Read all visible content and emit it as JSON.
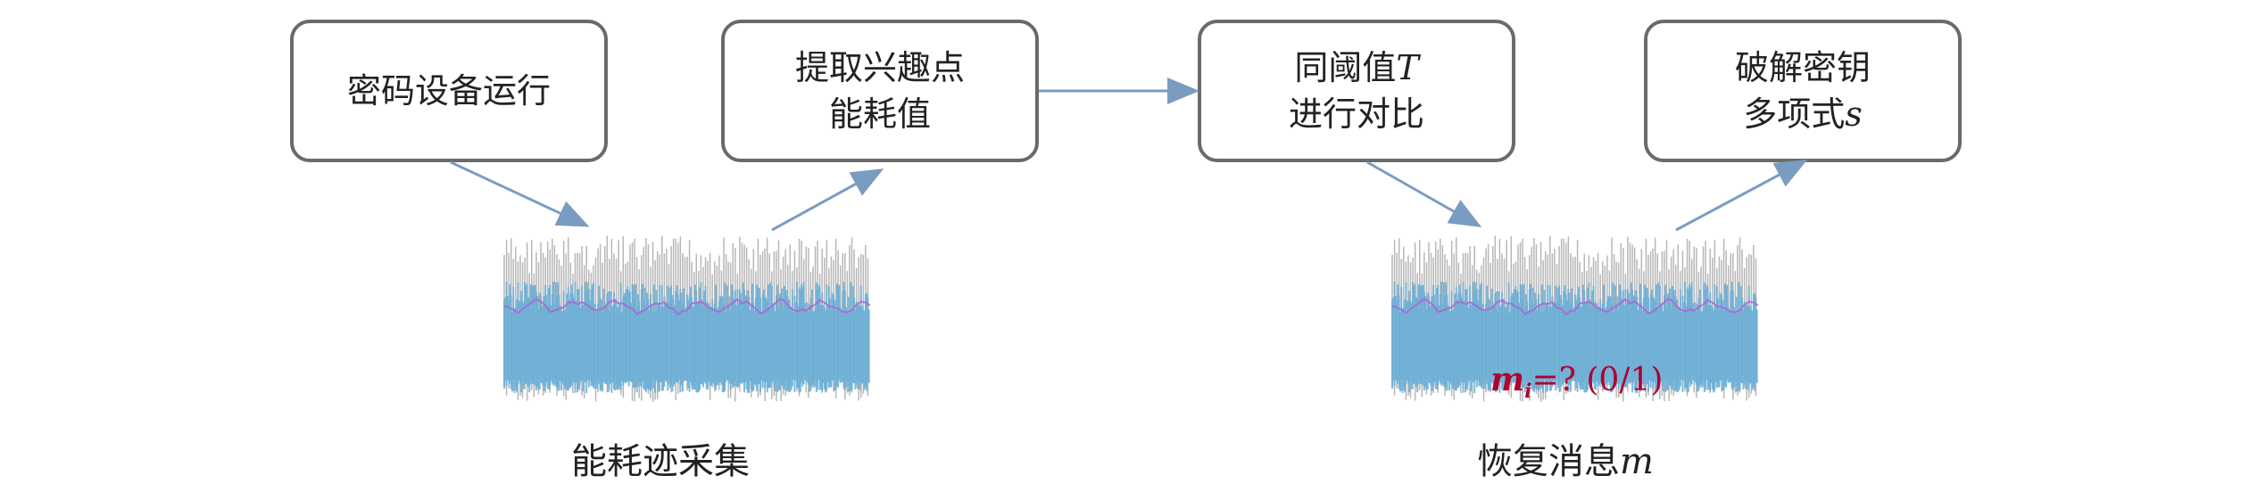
{
  "boxes": [
    {
      "line1": "密码设备运行",
      "line2": ""
    },
    {
      "line1": "提取兴趣点",
      "line2": "能耗值"
    },
    {
      "line1_text": "同阈值",
      "line1_math": "T",
      "line2": "进行对比"
    },
    {
      "line1": "破解密钥",
      "line2_text": "多项式",
      "line2_math": "s"
    }
  ],
  "captions": {
    "trace_collect": "能耗迹采集",
    "recover_text": "恢复消息",
    "recover_math": "m"
  },
  "label": {
    "var": "m",
    "sub": "i",
    "rest": "=? (0/1)"
  },
  "colors": {
    "arrow": "#7a9cc0",
    "trace_fill": "#6aaed6",
    "trace_gray": "#9a9a9a",
    "trace_purple": "#b060d0",
    "label": "#b00030"
  }
}
